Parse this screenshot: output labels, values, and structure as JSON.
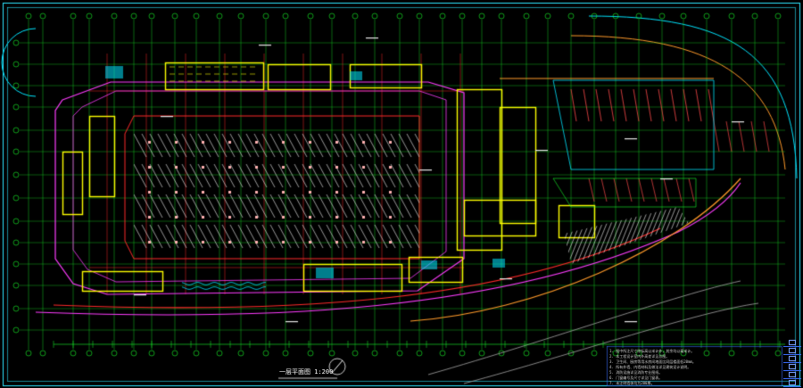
{
  "drawing": {
    "title": "一层平面图 1:200",
    "background": "#000000",
    "colors": {
      "frame": "#2ee6ff",
      "grid": "#19ff2c",
      "axis_red": "#ff2a2a",
      "walls_yellow": "#ffff00",
      "magenta": "#ff3cff",
      "hatch": "#ffffff",
      "stall": "#ff4a4a",
      "cyan": "#00e5ff",
      "blue": "#3a6cff",
      "orange": "#ff9a2a"
    }
  },
  "legend_notes": [
    "1. 图中所注尺寸除标高以米计外，其余均以毫米计。",
    "2. 本工程设计室内外高差详见总图。",
    "3. 卫生间、厨房等用水房间地面比同层楼面低20mm。",
    "4. 所有外墙、内墙材料及做法详见建筑设计说明。",
    "5. 消防设施详见消防专业图纸。",
    "6. 门窗编号及尺寸详见门窗表。",
    "7. 未注明墙体均为200厚。"
  ],
  "title_block_icons": [
    "drawing-icon",
    "scale-icon",
    "north-icon",
    "sheet-icon",
    "stamp-icon",
    "grid-icon"
  ]
}
